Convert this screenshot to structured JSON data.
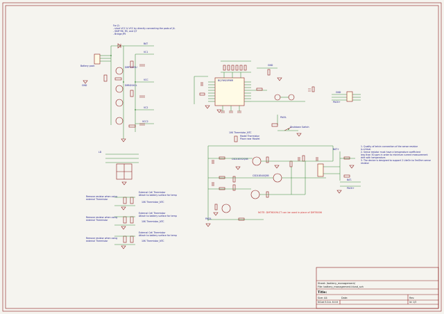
{
  "notes": {
    "header": "For J1:",
    "line1": "- short VCC & VCC by directly connecting the pads of J4.",
    "line2": "- SNIP R6, R5, and Q7",
    "line3": "- Bridge JP5"
  },
  "labels": {
    "bat": "BAT",
    "vcc": "VCC",
    "vcc2": "VCC2",
    "vc1": "VC1",
    "vc2": "VC2",
    "gnd": "GND",
    "ld": "LD",
    "pack_minus": "PACK-",
    "pack_plus": "PACK+",
    "bat_plus": "BAT+",
    "bat_minus": "BAT-",
    "shutdown": "Shutdown Switch",
    "battery_pack": "Battery pack",
    "ic_name": "BQ76920PWR",
    "q_part": "DMP2305U",
    "q_part2": "DMN2041L",
    "q_nmos": "CSD18532Q5B",
    "q_nmos_big": "CSD18540Q5B"
  },
  "thermistors": {
    "title": "Model Thermistor",
    "sub": "Place near Mosfet",
    "part": "10K Thermistor_NTC",
    "ext1": "External Cell Thermistor",
    "ext2": "Attach to battery surface for temp",
    "remove1": "Remove resistor when using",
    "remove2": "external Thermistor"
  },
  "warning": "NOTE: DMT6009LCT can be used in place of DMT6006",
  "blue_notes": {
    "l1": "1. Quality of kelvin connection of the sense resistor",
    "l2": "is critical.",
    "l3": "2. Sense resistor must have a temperature coefficient",
    "l4": "less than 50 ppm in order to minimize current measurement",
    "l5": "drift with temperature.",
    "l6": "3. The device is designed to support 2 LiteOn to 5mOhm sense",
    "l7": "resistor"
  },
  "title_block": {
    "sheet": "Sheet: /battery_management/",
    "file": "File: battery_management.kicad_sch",
    "title_label": "Title:",
    "size_label": "Size: A4",
    "date_label": "Date:",
    "rev_label": "Rev:",
    "kicad": "KiCad E.D.A. 8.0.6",
    "id": "Id: 1/3"
  },
  "colors": {
    "wire": "#3b8a3b",
    "component": "#8a1a1a",
    "text": "#1a1a8c",
    "border": "#8a1a1a",
    "note_red": "#d23030",
    "background": "#f5f4ef"
  }
}
